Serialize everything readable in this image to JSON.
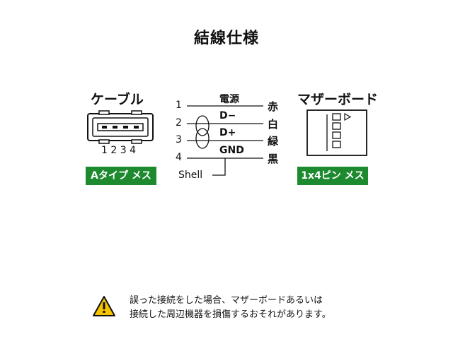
{
  "title": "結線仕様",
  "left": {
    "header": "ケーブル",
    "pin_numbers": "1 2 3 4",
    "badge": "Aタイプ メス"
  },
  "right": {
    "header": "マザーボード",
    "badge": "1x4ピン メス"
  },
  "wiring": {
    "pins": [
      "1",
      "2",
      "3",
      "4"
    ],
    "signals": [
      "電源",
      "D−",
      "D+",
      "GND"
    ],
    "colors": [
      "赤",
      "白",
      "緑",
      "黒"
    ],
    "shell": "Shell"
  },
  "warning": {
    "line1": "誤った接続をした場合、マザーボードあるいは",
    "line2": "接続した周辺機器を損傷するおそれがあります。",
    "icon_color": "#f5c400"
  }
}
